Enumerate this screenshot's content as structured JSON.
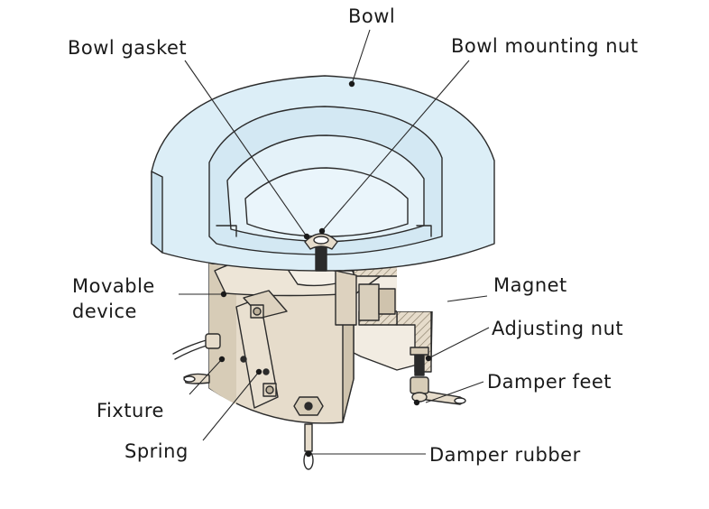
{
  "diagram": {
    "labels": {
      "bowl": "Bowl",
      "bowl_gasket": "Bowl gasket",
      "bowl_mounting_nut": "Bowl mounting nut",
      "movable_device_1": "Movable",
      "movable_device_2": "device",
      "magnet": "Magnet",
      "adjusting_nut": "Adjusting nut",
      "damper_feet": "Damper feet",
      "fixture": "Fixture",
      "spring": "Spring",
      "damper_rubber": "Damper rubber"
    },
    "colors": {
      "bowl_fill": "#dceef7",
      "body_fill": "#e6dccb",
      "body_shadow": "#cfc3ad",
      "hatch": "#b3a78f",
      "outline": "#2b2b2b"
    }
  }
}
